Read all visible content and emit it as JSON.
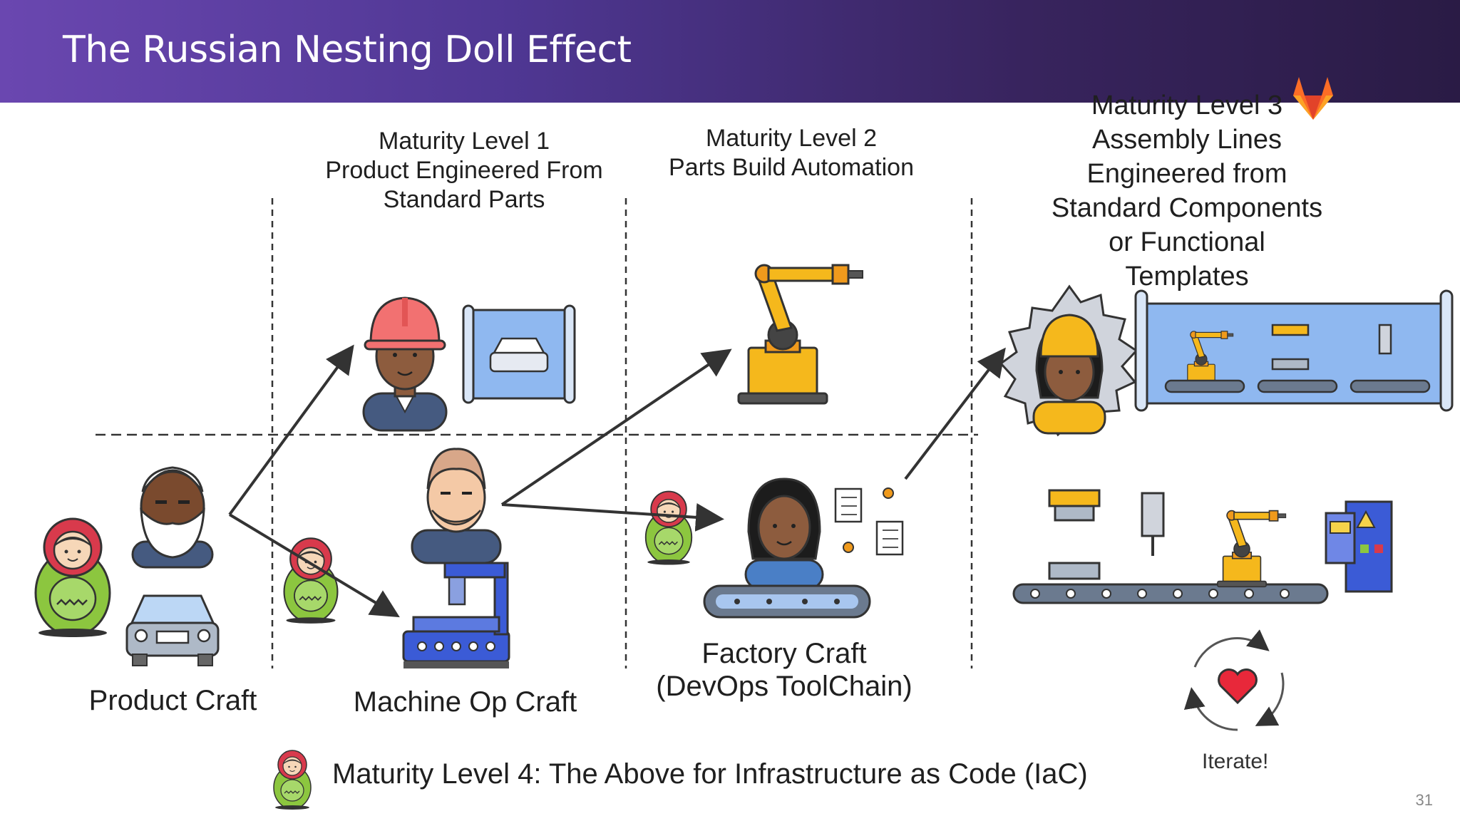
{
  "slide": {
    "title": "The Russian Nesting Doll Effect",
    "page_number": "31"
  },
  "levels": {
    "level1": [
      "Maturity Level 1",
      "Product Engineered From",
      "Standard Parts"
    ],
    "level2": [
      "Maturity Level 2",
      "Parts Build Automation"
    ],
    "level3": [
      "Maturity Level 3",
      "Assembly Lines",
      "Engineered from",
      "Standard Components",
      "or Functional",
      "Templates"
    ]
  },
  "crafts": {
    "product": "Product Craft",
    "machine_op": "Machine Op Craft",
    "factory": [
      "Factory Craft",
      "(DevOps ToolChain)"
    ]
  },
  "footer": {
    "level4": "Maturity Level 4: The Above for Infrastructure as Code (IaC)",
    "iterate": "Iterate!"
  },
  "icons": [
    "gitlab-tanuki-icon",
    "nesting-doll-icon",
    "hard-hat-worker-icon",
    "car-blueprint-icon",
    "robot-arm-icon",
    "old-craftsman-icon",
    "car-icon",
    "machinist-icon",
    "drill-press-icon",
    "factory-worker-icon",
    "workflow-icon",
    "conveyor-belt-icon",
    "gear-worker-icon",
    "assembly-blueprint-icon",
    "assembly-line-icon",
    "control-panel-icon",
    "iterate-heart-icon"
  ],
  "colors": {
    "header_start": "#6a47b0",
    "header_end": "#2a1b45",
    "doll_red": "#d83a4c",
    "doll_green": "#8cc63f",
    "robot_yellow": "#f5b81c",
    "blueprint_blue": "#8fb8f0"
  }
}
